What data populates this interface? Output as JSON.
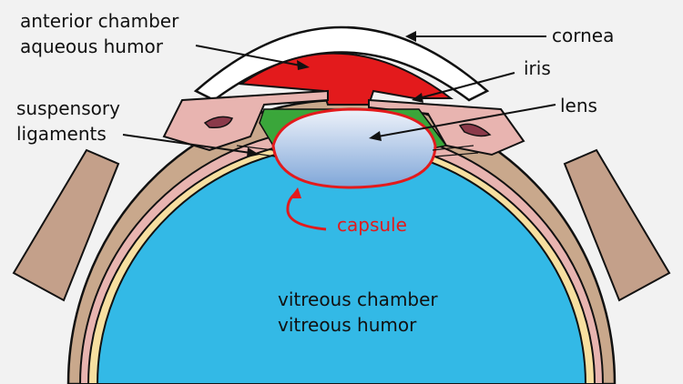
{
  "labels": {
    "anterior_chamber": "anterior chamber",
    "aqueous_humor": "aqueous humor",
    "cornea": "cornea",
    "iris": "iris",
    "lens": "lens",
    "suspensory": "suspensory",
    "ligaments": "ligaments",
    "capsule": "capsule",
    "vitreous_chamber": "vitreous chamber",
    "vitreous_humor": "vitreous humor"
  },
  "colors": {
    "background": "#f2f2f2",
    "vitreous": "#33b9e6",
    "aqueous": "#e31a1c",
    "capsule": "#e31a1c",
    "ciliary": "#3aa63a",
    "sclera": "#c9a88c",
    "choroid": "#e8b4b0",
    "retina": "#f7dfa0",
    "cornea": "#ffffff"
  }
}
